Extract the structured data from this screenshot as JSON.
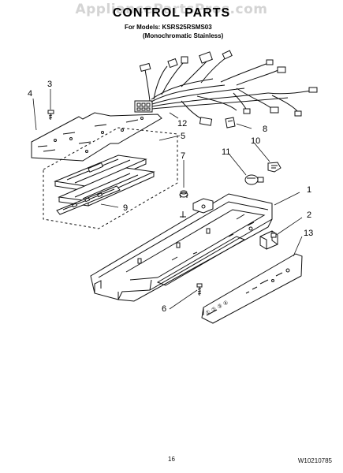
{
  "header": {
    "watermark": "AppliancePartsPros.com",
    "title": "CONTROL PARTS",
    "models_line": "For Models: KSRS25RSMS03",
    "subtitle": "(Monochromatic Stainless)"
  },
  "callouts": [
    "1",
    "2",
    "3",
    "4",
    "5",
    "6",
    "7",
    "8",
    "9",
    "10",
    "11",
    "12",
    "13"
  ],
  "keypad_label": "① ② ③ ④",
  "footer": {
    "page_number": "16",
    "document_number": "W10210785"
  }
}
